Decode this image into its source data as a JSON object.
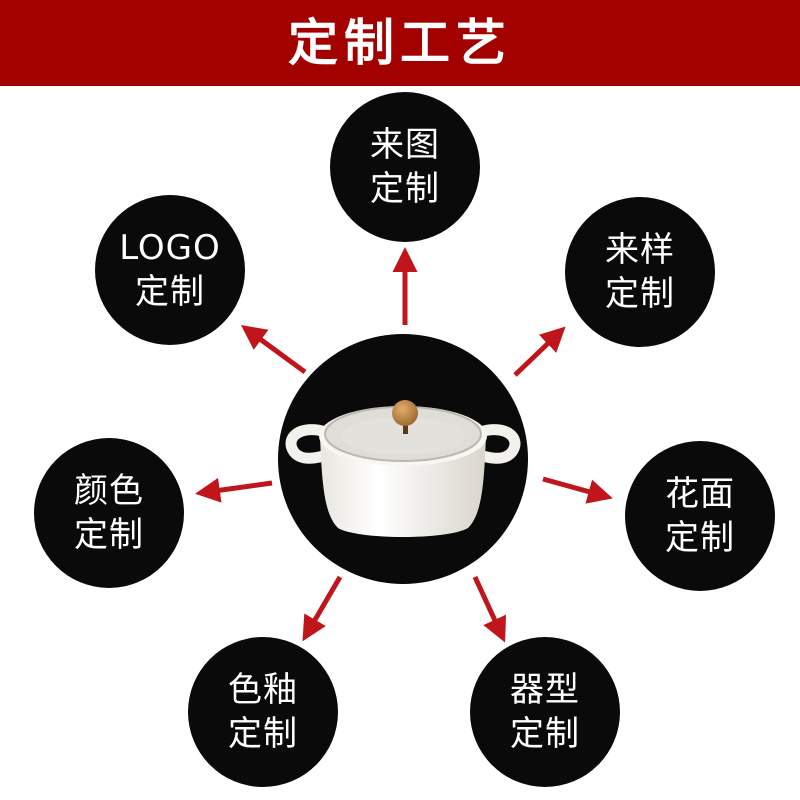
{
  "header": {
    "title": "定制工艺"
  },
  "colors": {
    "banner": "#a30000",
    "circle": "#0a0a0a",
    "arrow": "#c0161b",
    "text": "#ffffff"
  },
  "nodes": [
    {
      "line1": "来图",
      "line2": "定制"
    },
    {
      "line1": "来样",
      "line2": "定制"
    },
    {
      "line1": "花面",
      "line2": "定制"
    },
    {
      "line1": "器型",
      "line2": "定制"
    },
    {
      "line1": "色釉",
      "line2": "定制"
    },
    {
      "line1": "颜色",
      "line2": "定制"
    },
    {
      "line1": "LOGO",
      "line2": "定制"
    }
  ],
  "center_image": "ceramic-pot-with-glass-lid"
}
